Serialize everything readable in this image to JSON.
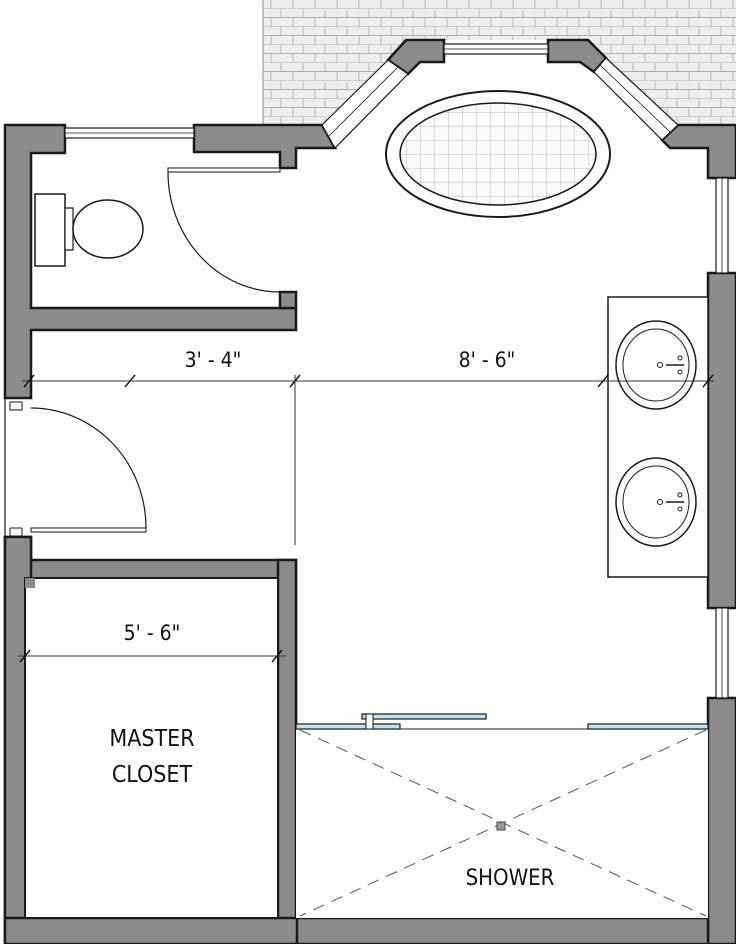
{
  "dimensions": {
    "left_width": "3' - 4\"",
    "right_width": "8' - 6\"",
    "closet_width": "5' - 6\""
  },
  "rooms": {
    "closet_line1": "MASTER",
    "closet_line2": "CLOSET",
    "shower": "SHOWER"
  },
  "colors": {
    "wall_fill": "#8c8c8c",
    "outline": "#1a1a1a",
    "glass": "#bfe3ef",
    "deck_pattern": "#e6e6e6"
  }
}
